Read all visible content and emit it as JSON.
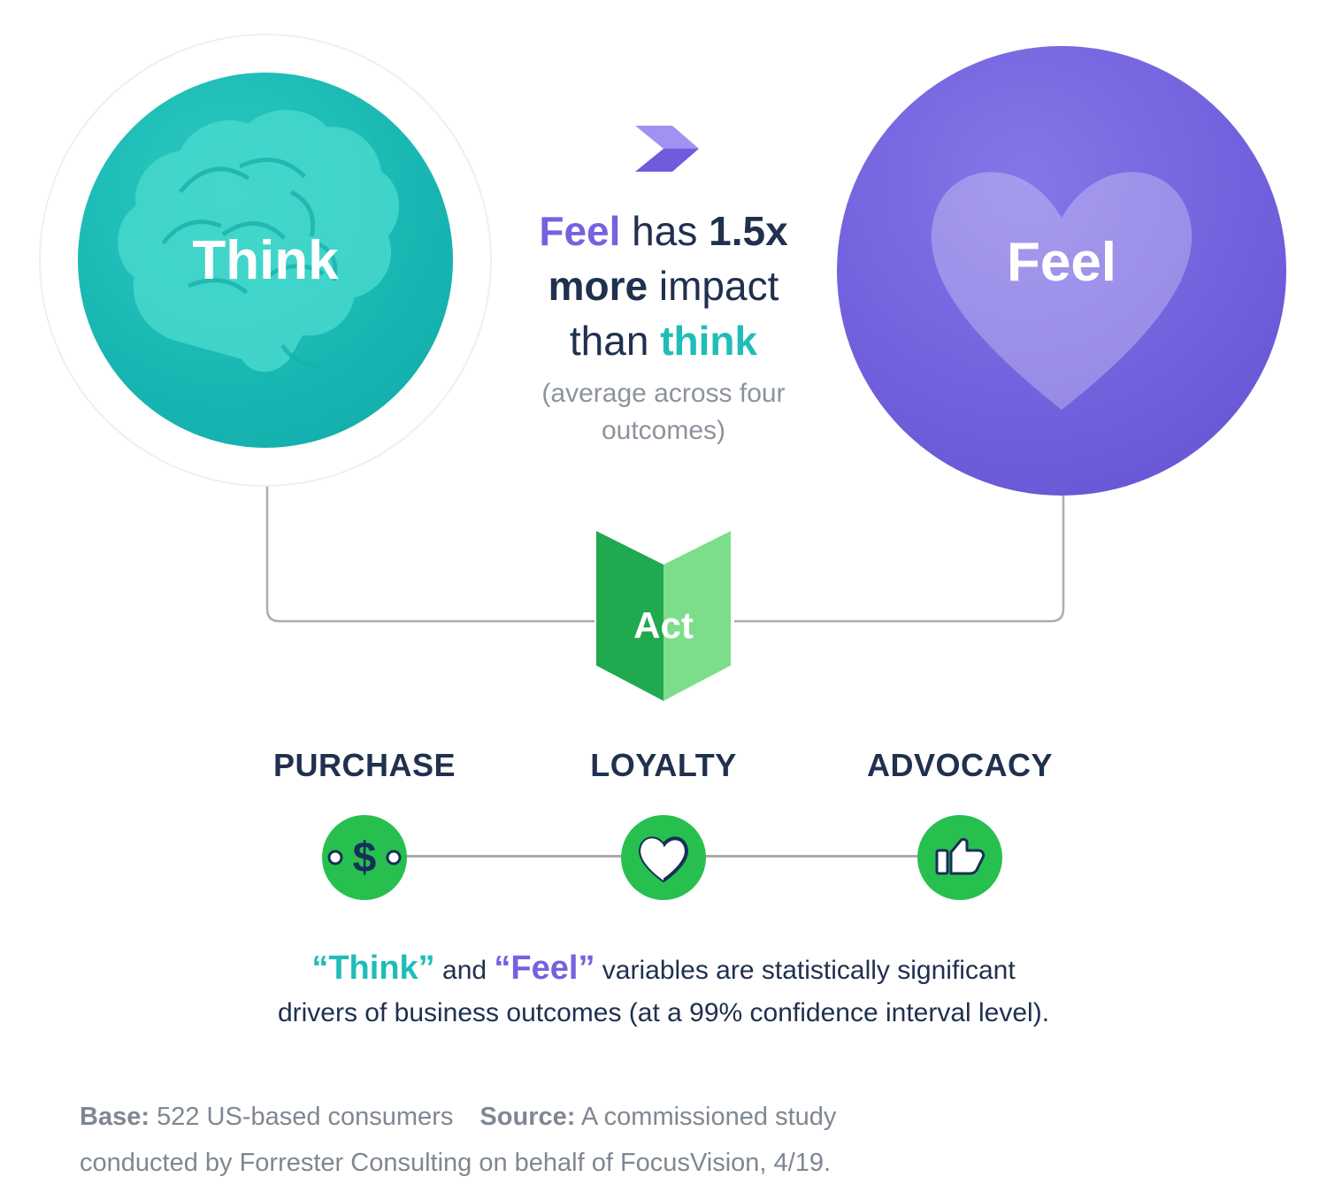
{
  "think": {
    "label": "Think"
  },
  "feel": {
    "label": "Feel"
  },
  "headline": {
    "feel": "Feel",
    "has": " has ",
    "x15": "1.5x",
    "more": "more",
    "impact": " impact",
    "than": "than ",
    "think": "think",
    "note_line1": "(average across four",
    "note_line2": "outcomes)"
  },
  "act": {
    "label": "Act"
  },
  "outcomes": [
    {
      "label": "PURCHASE"
    },
    {
      "label": "LOYALTY"
    },
    {
      "label": "ADVOCACY"
    }
  ],
  "significance": {
    "think": "“Think”",
    "and": " and ",
    "feel": "“Feel”",
    "tail": " variables are statistically significant",
    "line2": "drivers of business outcomes (at a 99% confidence interval level)."
  },
  "footer": {
    "base_label": "Base:",
    "base_value": "522 US-based consumers",
    "source_label": "Source:",
    "source_value": "A commissioned study",
    "line2": "conducted by Forrester Consulting on behalf of FocusVision, 4/19."
  },
  "colors": {
    "teal": "#20BDB8",
    "purple": "#7463DF",
    "navy": "#20304F",
    "green_dark": "#21A94F",
    "green_light": "#7CDE8B",
    "green_circle": "#27C04F",
    "gray_text": "#8C939D",
    "line_gray": "#ABABAB"
  }
}
